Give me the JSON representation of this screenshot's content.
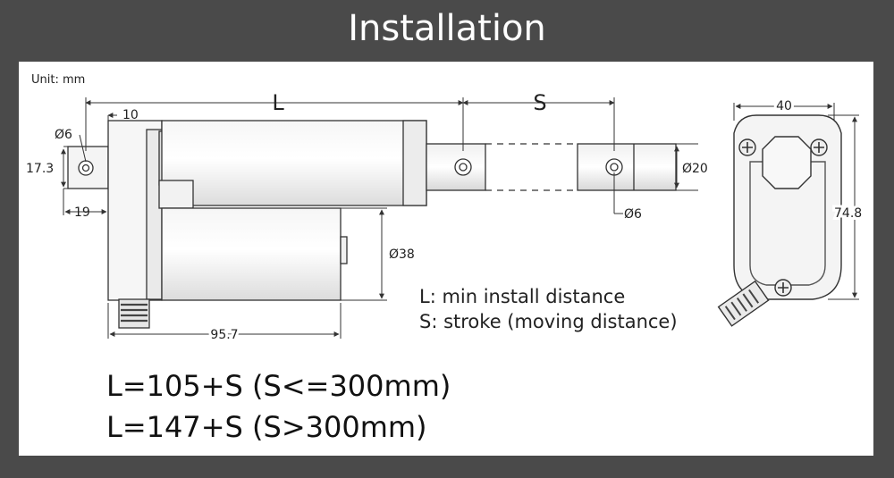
{
  "title": "Installation",
  "unit_label": "Unit: mm",
  "dimensions": {
    "L": "L",
    "S": "S",
    "d6_left": "Ø6",
    "ten": "10",
    "h17_3": "17.3",
    "w19": "19",
    "d38": "Ø38",
    "w95_7": "95.7",
    "d20": "Ø20",
    "d6_right": "Ø6",
    "w40": "40",
    "h74_8": "74.8"
  },
  "legend": {
    "L_text": "L: min install distance",
    "S_text": "S: stroke (moving distance)"
  },
  "formulas": {
    "f1": "L=105+S (S<=300mm)",
    "f2": "L=147+S (S>300mm)"
  }
}
